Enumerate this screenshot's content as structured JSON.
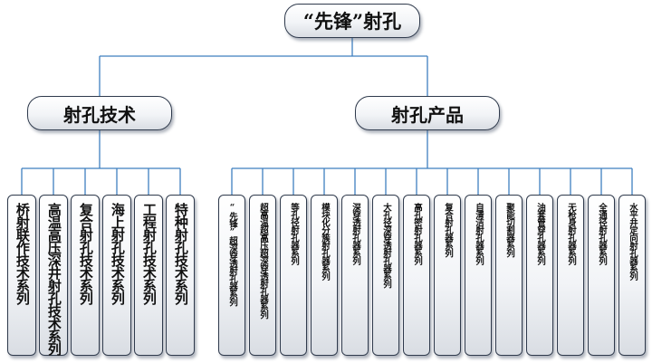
{
  "root": {
    "label": "“先锋”射孔"
  },
  "branches": [
    {
      "label": "射孔技术",
      "items": [
        "桥射联作技术系列",
        "高温高压深井射孔技术系列",
        "复合射孔技术系列",
        "海上射孔技术系列",
        "工程射孔技术系列",
        "特种射孔技术系列"
      ]
    },
    {
      "label": "射孔产品",
      "items": [
        "“先锋”超深穿透射孔器系列",
        "超高温超高压超深穿透射孔器系列",
        "等孔径射孔器系列",
        "模块化分簇射孔器系列",
        "深穿透射孔器系列",
        "大孔径深穿透射孔器系列",
        "高孔密射孔器系列",
        "复合射孔器系列",
        "自清洁射孔器系列",
        "聚能切割器系列",
        "油套管穿孔器系列",
        "无枪身射孔器系列",
        "全通径射孔器系列",
        "水平井定向射孔器系列"
      ]
    }
  ],
  "colors": {
    "connector": "#3f7fbf",
    "border": "#2f3a4c"
  }
}
